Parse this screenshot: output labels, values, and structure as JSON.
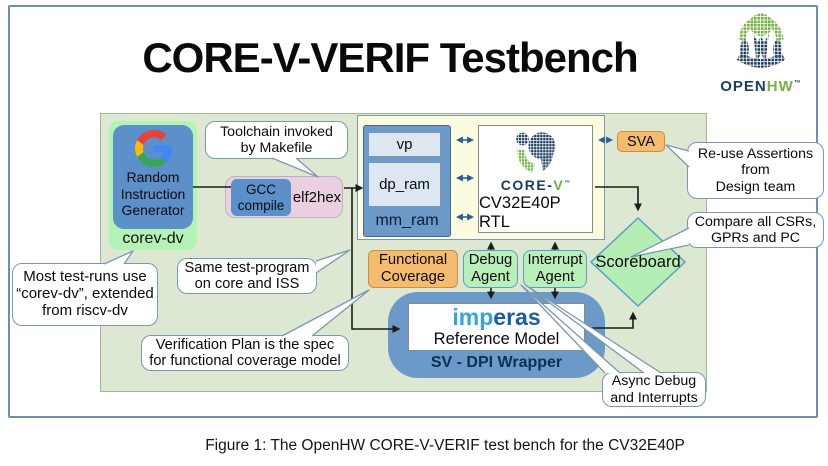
{
  "title": "CORE-V-VERIF Testbench",
  "caption": "Figure 1: The OpenHW CORE-V-VERIF test bench for the CV32E40P",
  "openhw_logo": {
    "open": "OPEN",
    "hw": "HW",
    "tm": "™"
  },
  "blocks": {
    "corev_dv": "corev-dv",
    "random_instruction_generator": "Random\nInstruction\nGenerator",
    "gcc_compile": "GCC\ncompile",
    "elf2hex": "elf2hex",
    "vp": "vp",
    "dp_ram": "dp_ram",
    "mm_ram": "mm_ram",
    "corev_brand": "CORE-",
    "corev_brand_v": "V",
    "corev_tm": "™",
    "rtl": "CV32E40P RTL",
    "sva": "SVA",
    "scoreboard": "Scoreboard",
    "functional_coverage": "Functional\nCoverage",
    "debug_agent": "Debug\nAgent",
    "interrupt_agent": "Interrupt\nAgent",
    "imperas_imp": "imp",
    "imperas_eras": "eras",
    "reference_model": "Reference Model",
    "sv_dpi_wrapper": "SV - DPI Wrapper"
  },
  "callouts": {
    "toolchain": "Toolchain invoked\nby Makefile",
    "reuse_assertions": "Re-use Assertions\nfrom\nDesign team",
    "compare": "Compare all CSRs,\nGPRs and PC",
    "most_test_runs": "Most test-runs use\n“corev-dv”, extended\nfrom riscv-dv",
    "same_test_program": "Same test-program\non core and ISS",
    "verification_plan": "Verification Plan is the spec\nfor functional coverage model",
    "async_debug": "Async Debug\nand Interrupts"
  },
  "colors": {
    "frame_border": "#6d8fae",
    "container_green": "#dce8d1",
    "pale_yellow": "#fbfbdf",
    "box_blue": "#5b90ca",
    "ram_light_blue": "#dde7f2",
    "light_green": "#b5f2b5",
    "agent_green": "#b9efb9",
    "diamond_green": "#b5eeb5",
    "accent_orange": "#f5bb6e",
    "pink": "#e9cfdf",
    "navy": "#1e3c5f",
    "brand_green": "#76b043",
    "imperas_light_blue": "#35a3dc",
    "imperas_dark_blue": "#1b5ea6"
  }
}
